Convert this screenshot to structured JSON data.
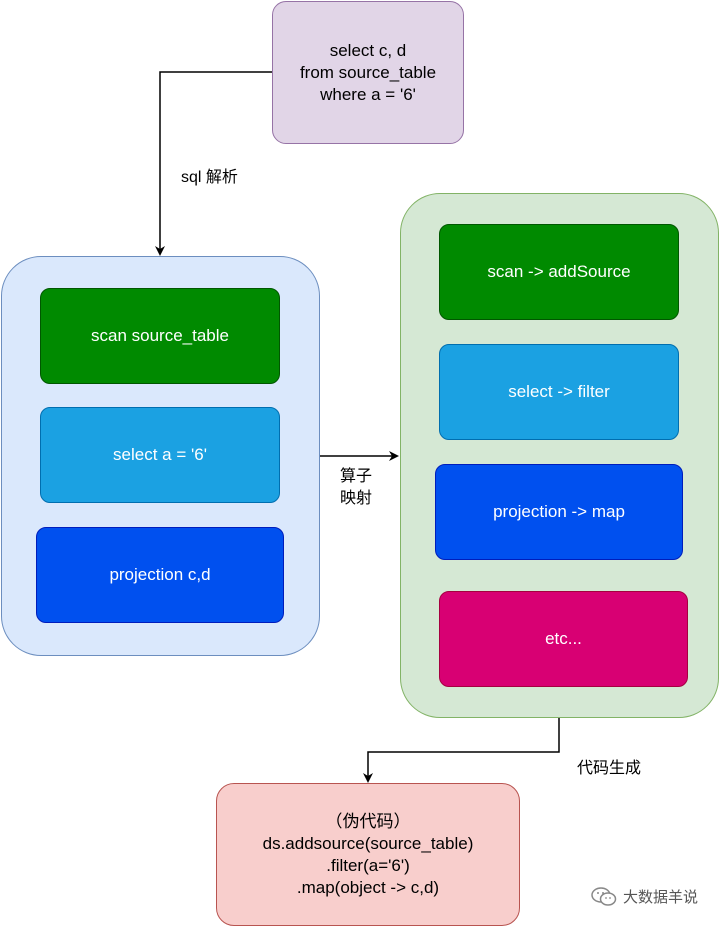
{
  "sql_query": {
    "lines": [
      "select c, d",
      "from source_table",
      "where a = '6'"
    ]
  },
  "edge_labels": {
    "sql_parse": "sql 解析",
    "operator_map_line1": "算子",
    "operator_map_line2": "映射",
    "codegen": "代码生成"
  },
  "sql_plan": {
    "scan": "scan source_table",
    "select": "select a = '6'",
    "projection": "projection c,d"
  },
  "operator_plan": {
    "scan": "scan -> addSource",
    "select": "select -> filter",
    "projection": "projection -> map",
    "etc": "etc..."
  },
  "pseudo_code": {
    "lines": [
      "（伪代码）",
      "ds.addsource(source_table)",
      ".filter(a='6')",
      ".map(object -> c,d)"
    ]
  },
  "watermark": {
    "text": "大数据羊说"
  },
  "colors": {
    "sql_box_fill": "#e1d5e7",
    "sql_box_border": "#9673a6",
    "left_container_fill": "#dae8fc",
    "left_container_border": "#6c8ebf",
    "right_container_fill": "#d5e8d4",
    "right_container_border": "#82b366",
    "code_box_fill": "#f8cecc",
    "code_box_border": "#b85450",
    "green": "#008a00",
    "lightblue": "#1ba1e2",
    "blue": "#0050ef",
    "magenta": "#d80073"
  }
}
